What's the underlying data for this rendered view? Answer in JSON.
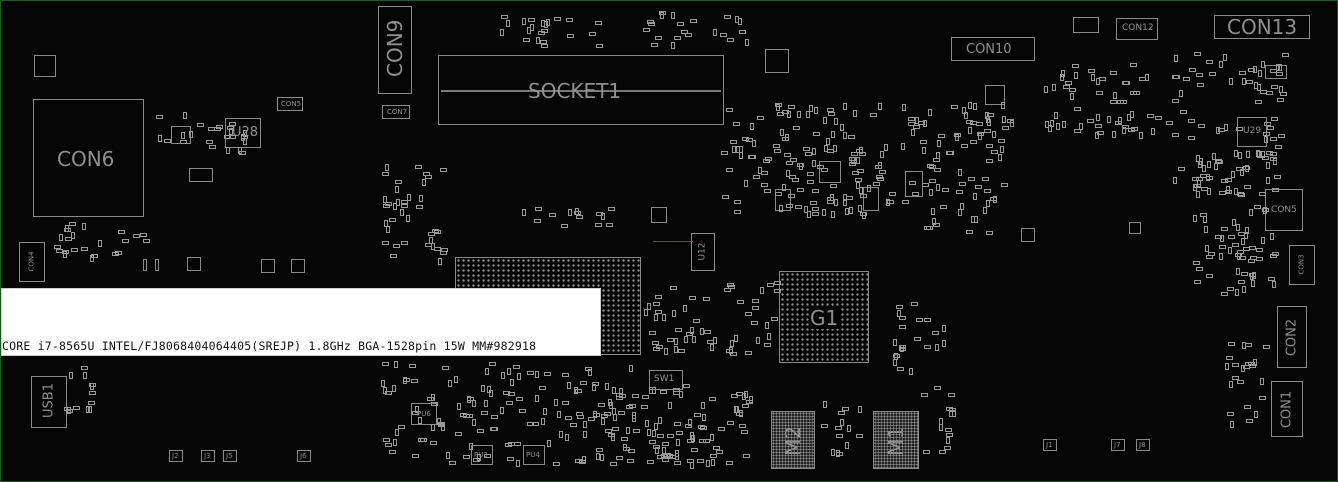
{
  "labels": {
    "socket1": "SOCKET1",
    "con6": "CON6",
    "con9": "CON9",
    "con10": "CON10",
    "con12": "CON12",
    "con13": "CON13",
    "con5_top": "CON5",
    "con5_right": "CON5",
    "con4_left": "CON4",
    "con3_right": "CON3",
    "con2": "CON2",
    "con1": "CON1",
    "con7": "CON7",
    "u28": "U28",
    "u29": "U29",
    "u12": "U12",
    "g1": "G1",
    "m2": "M2",
    "m1": "M1",
    "sw1": "SW1",
    "usb1": "USB1",
    "j2": "J2",
    "j3": "J3",
    "j5": "J5",
    "j6": "J6",
    "j1": "J1",
    "j7": "J7",
    "j8": "J8",
    "pu6": "PU6",
    "pu3": "PU3",
    "pu4": "PU4"
  },
  "tooltip": {
    "text": "CORE i7-8565U INTEL/FJ8068404064405(SREJP) 1.8GHz BGA-1528pin 15W MM#982918"
  },
  "colors": {
    "background": "#050505",
    "outline": "#8a8a8a",
    "border": "#1c5a1c",
    "tooltip_bg": "#ffffff"
  }
}
